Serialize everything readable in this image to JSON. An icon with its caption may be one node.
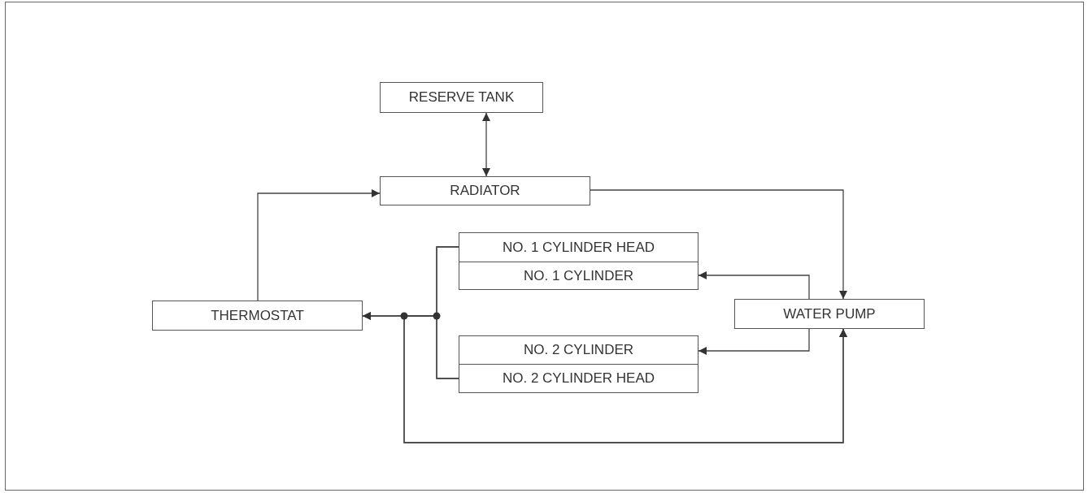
{
  "diagram": {
    "nodes": [
      {
        "text": [
          "RESERVE TANK"
        ]
      },
      {
        "text": [
          "RADIATOR"
        ]
      },
      {
        "text": [
          "NO. 1 CYLINDER HEAD"
        ]
      },
      {
        "text": [
          "NO. 1 CYLINDER"
        ]
      },
      {
        "text": [
          "THERMOSTAT"
        ]
      },
      {
        "text": [
          "WATER PUMP"
        ]
      },
      {
        "text": [
          "NO. 2 CYLINDER"
        ]
      },
      {
        "text": [
          "NO. 2 CYLINDER HEAD"
        ]
      }
    ],
    "edges": [
      {
        "from": 0,
        "to": 1,
        "arrow": "both"
      },
      {
        "from": 4,
        "to": 1,
        "arrow": "to"
      },
      {
        "from": 1,
        "to": 5,
        "arrow": "to"
      },
      {
        "from": 5,
        "to": 3,
        "arrow": "to"
      },
      {
        "from": 5,
        "to": 6,
        "arrow": "to"
      },
      {
        "from": 2,
        "to": 4,
        "arrow": "to"
      },
      {
        "from": 7,
        "to": 4,
        "arrow": "to"
      },
      {
        "from": 2,
        "to": 5,
        "arrow": "to"
      },
      {
        "from": 7,
        "to": 5,
        "arrow": "to"
      }
    ]
  }
}
